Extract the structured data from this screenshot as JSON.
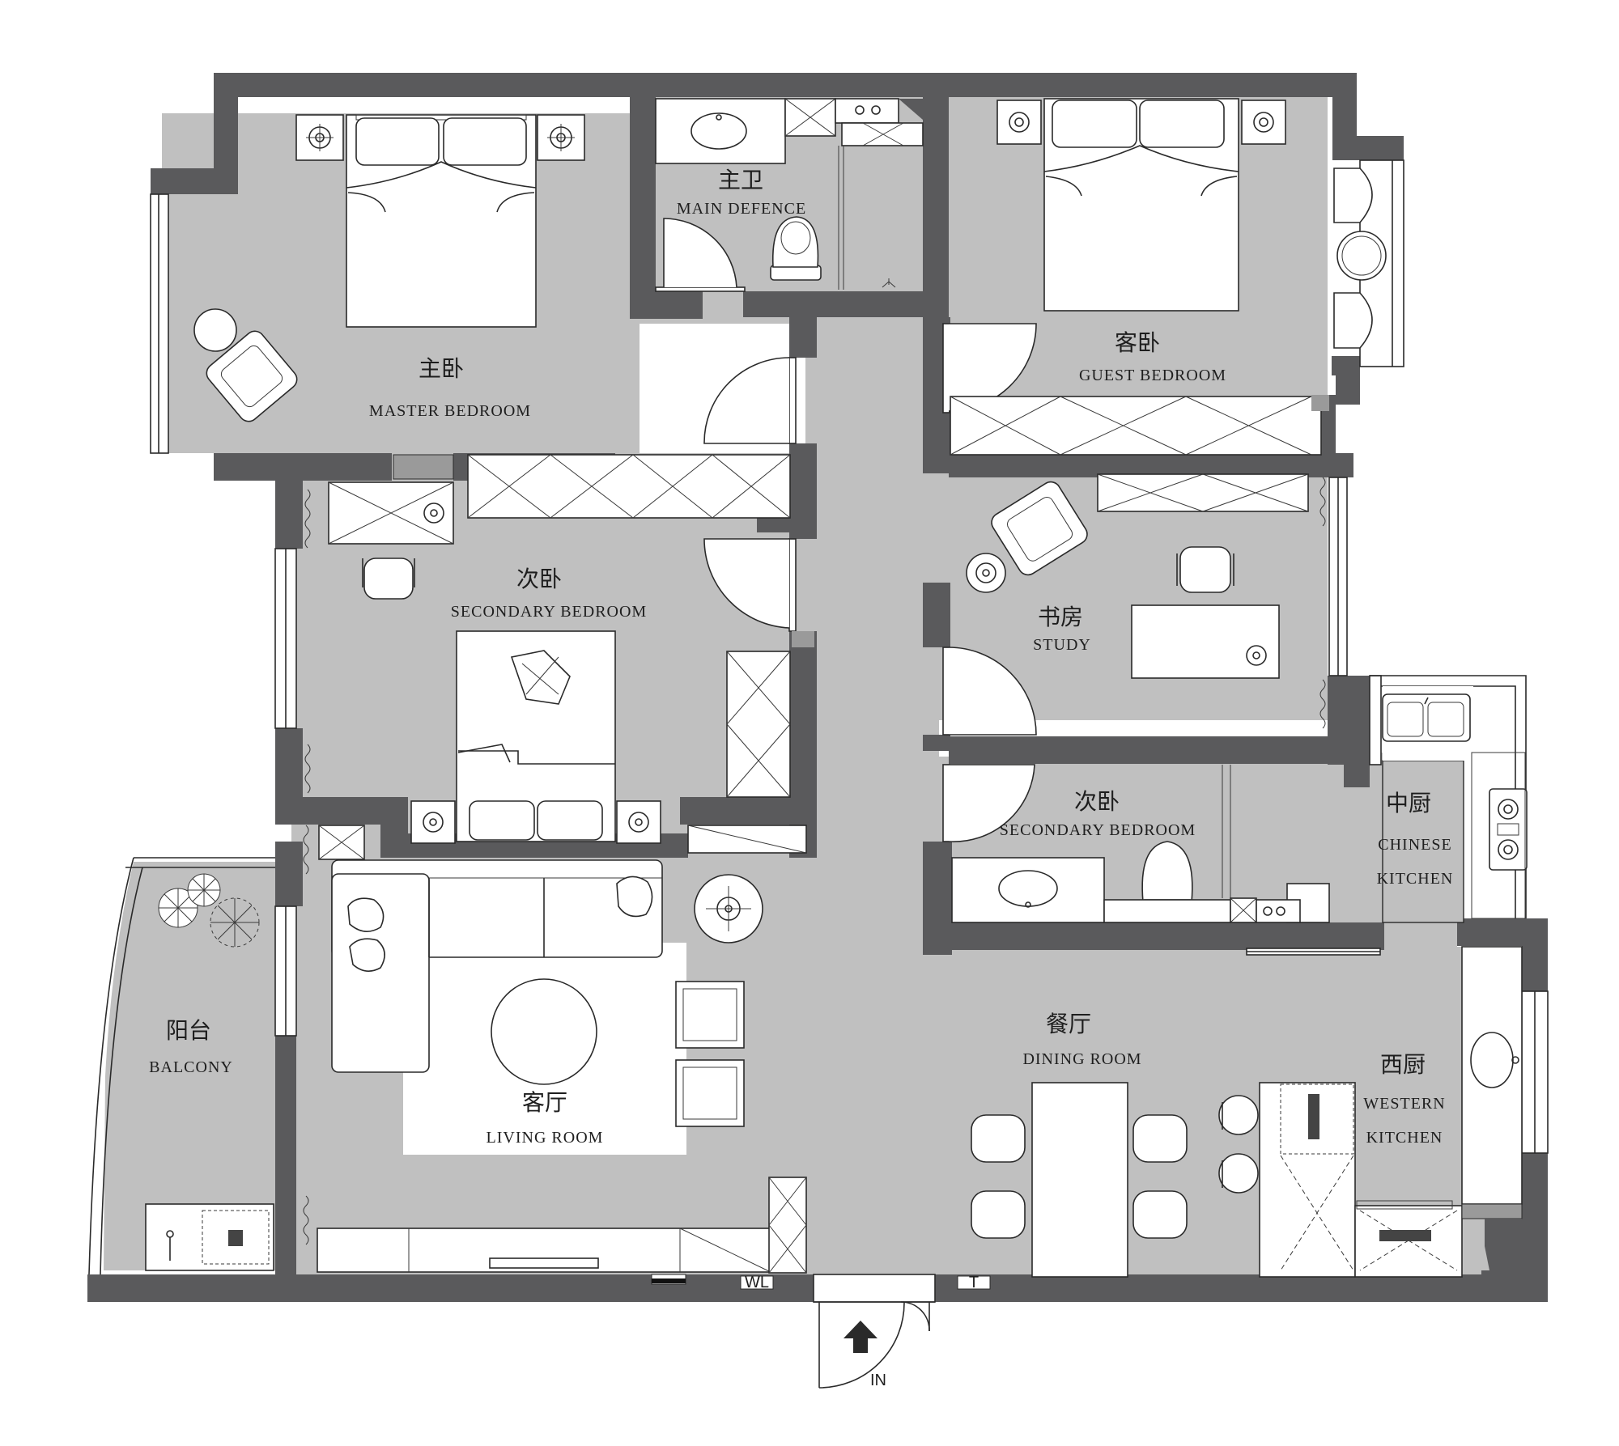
{
  "rooms": {
    "master_bedroom": {
      "zh": "主卧",
      "en": "MASTER BEDROOM"
    },
    "master_bath": {
      "zh": "主卫",
      "en": "MAIN DEFENCE"
    },
    "guest_bedroom": {
      "zh": "客卧",
      "en": "GUEST BEDROOM"
    },
    "secondary_bedroom": {
      "zh": "次卧",
      "en": "SECONDARY BEDROOM"
    },
    "study": {
      "zh": "书房",
      "en": "STUDY"
    },
    "secondary_bath": {
      "zh": "次卧",
      "en": "SECONDARY BEDROOM"
    },
    "chinese_kitchen": {
      "zh": "中厨",
      "en_line1": "CHINESE",
      "en_line2": "KITCHEN"
    },
    "dining_room": {
      "zh": "餐厅",
      "en": "DINING ROOM"
    },
    "western_kitchen": {
      "zh": "西厨",
      "en_line1": "WESTERN",
      "en_line2": "KITCHEN"
    },
    "living_room": {
      "zh": "客厅",
      "en": "LIVING ROOM"
    },
    "balcony": {
      "zh": "阳台",
      "en": "BALCONY"
    }
  },
  "markers": {
    "entrance": "IN",
    "water_riser": "WL",
    "tv": "T"
  },
  "colors": {
    "wall": "#5a5a5c",
    "floor": "#c0c0c0",
    "furniture": "#ffffff",
    "line": "#2a2a2a"
  }
}
